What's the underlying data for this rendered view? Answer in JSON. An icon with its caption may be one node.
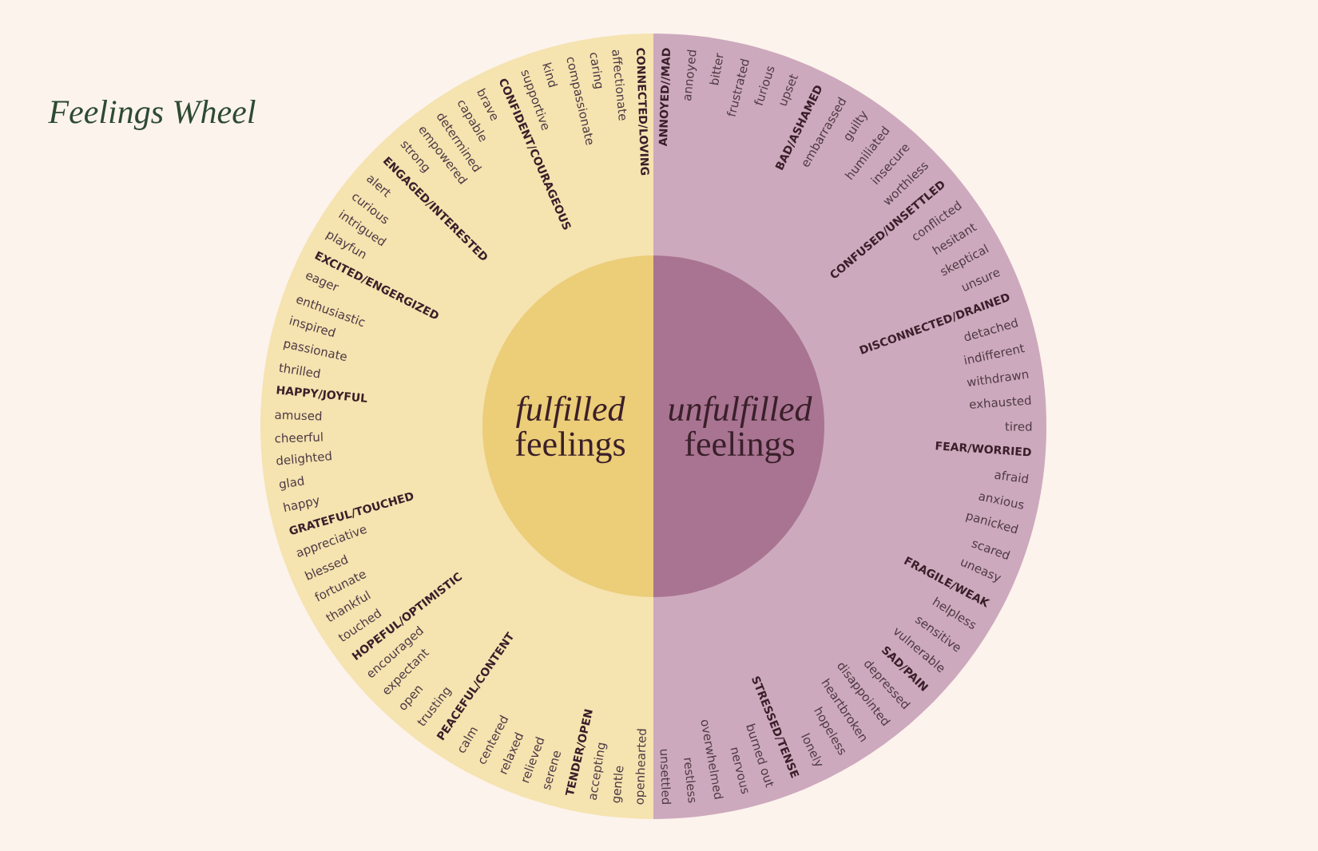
{
  "diagram": {
    "title": "Feelings Wheel",
    "nodes": [
      {
        "text": [],
        "shape": "semicircle"
      },
      {
        "text": [
          "CONNECTED/LOVING",
          "affectionate",
          "caring",
          "compassionate",
          "kind",
          "supportive"
        ],
        "in": 0
      },
      {
        "text": [
          "CONFIDENT/COURAGEOUS",
          "brave",
          "capable",
          "determined",
          "empowered",
          "strong"
        ],
        "in": 0
      },
      {
        "text": [
          "ENGAGED/INTERESTED",
          "alert",
          "curious",
          "intrigued",
          "playfun"
        ],
        "in": 0
      },
      {
        "text": [
          "EXCITED/ENGERGIZED",
          "eager",
          "enthusiastic",
          "inspired",
          "passionate",
          "thrilled"
        ],
        "in": 0
      },
      {
        "text": [
          "HAPPY/JOYFUL",
          "amused",
          "cheerful",
          "delighted",
          "glad",
          "happy"
        ],
        "in": 0
      },
      {
        "text": [
          "GRATEFUL/TOUCHED",
          "appreciative",
          "blessed",
          "fortunate",
          "thankful",
          "touched"
        ],
        "in": 0
      },
      {
        "text": [
          "HOPEFUL/OPTIMISTIC",
          "encouraged",
          "expectant",
          "open",
          "trusting"
        ],
        "in": 0
      },
      {
        "text": [
          "PEACEFUL/CONTENT",
          "calm",
          "centered",
          "relaxed",
          "relieved",
          "serene"
        ],
        "in": 0
      },
      {
        "text": [
          "TENDER/OPEN",
          "accepting",
          "gentle",
          "openhearted"
        ],
        "in": 0
      },
      {
        "text": [
          "*fulfilled* feelings"
        ],
        "in": 0
      },
      {
        "text": [],
        "shape": "semicircle"
      },
      {
        "text": [
          "ANNOYED//MAD",
          "annoyed",
          "bitter",
          "frustrated",
          "furious",
          "upset"
        ],
        "in": 11
      },
      {
        "text": [
          "BAD/ASHAMED",
          "embarrassed",
          "guilty",
          "humiliated",
          "insecure",
          "worthless"
        ],
        "in": 11
      },
      {
        "text": [
          "CONFUSED/UNSETTLED",
          "conflicted",
          "hesitant",
          "skeptical",
          "unsure"
        ],
        "in": 11
      },
      {
        "text": [
          "DISCONNECTED/DRAINED",
          "detached",
          "indifferent",
          "withdrawn",
          "exhausted",
          "tired"
        ],
        "in": 11
      },
      {
        "text": [
          "FEAR/WORRIED",
          "afraid",
          "anxious",
          "panicked",
          "scared",
          "uneasy"
        ],
        "in": 11
      },
      {
        "text": [
          "FRAGILE/WEAK",
          "helpless",
          "sensitive",
          "vulnerable"
        ],
        "in": 11
      },
      {
        "text": [
          "SAD/PAIN",
          "depressed",
          "disappointed",
          "heartbroken",
          "hopeless",
          "lonely"
        ],
        "in": 11
      },
      {
        "text": [
          "STRESSED/TENSE",
          "burned out",
          "nervous",
          "overwhelmed",
          "restless",
          "unsettled"
        ],
        "in": 11
      },
      {
        "text": [
          "*unfulfilled* feelings"
        ],
        "in": 11
      }
    ]
  }
}
